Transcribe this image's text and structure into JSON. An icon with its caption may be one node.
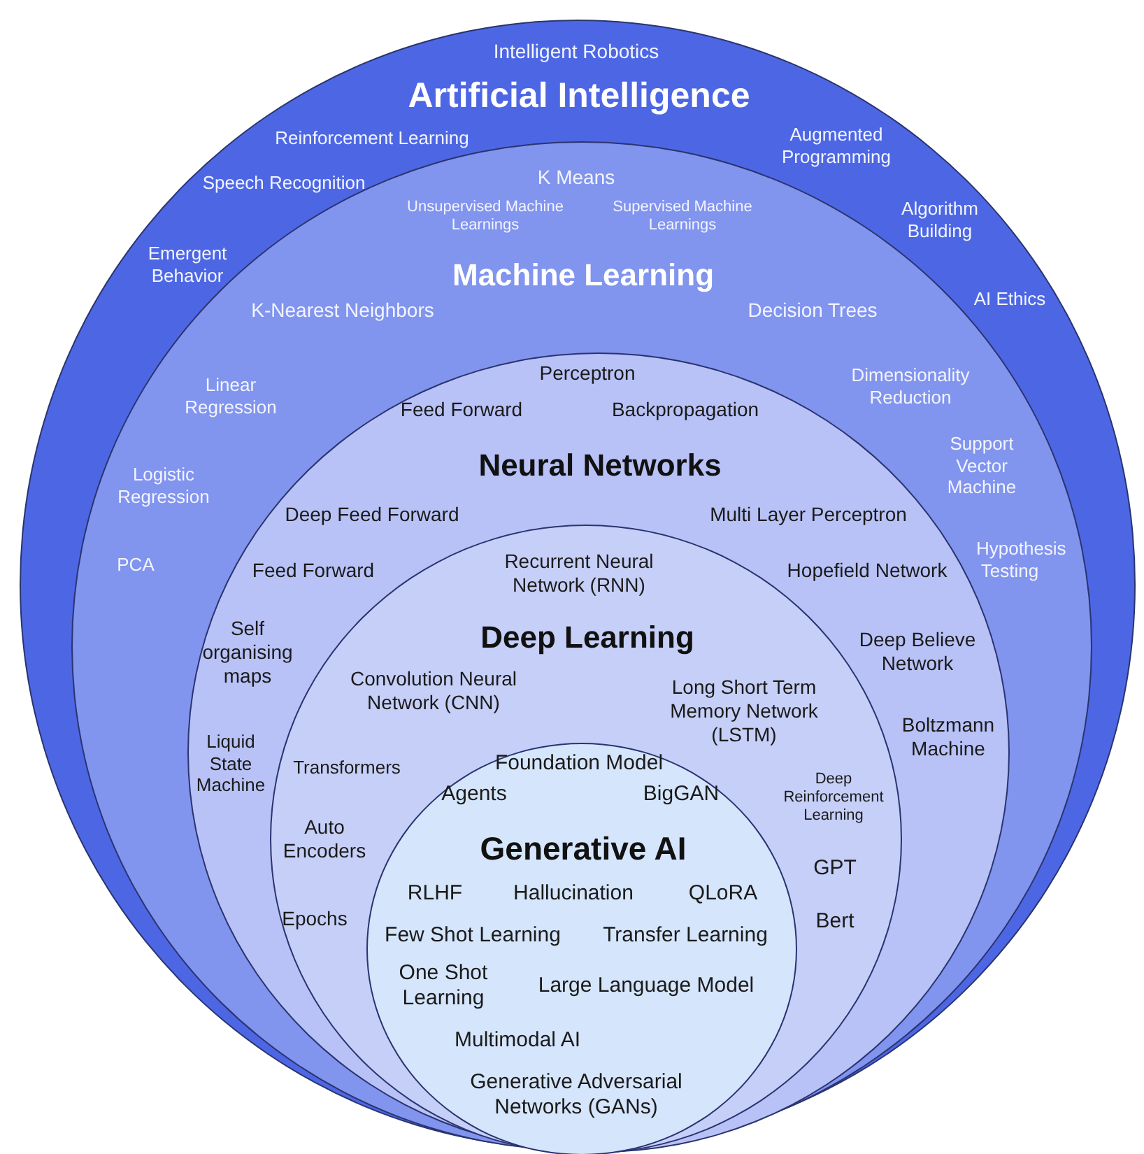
{
  "diagram": {
    "nodes": [
      {
        "text": [
          "Artificial Intelligence"
        ]
      },
      {
        "text": [
          "Machine Learning"
        ],
        "in": 0
      },
      {
        "text": [
          "Neural Networks"
        ],
        "in": 1
      },
      {
        "text": [
          "Deep Learning"
        ],
        "in": 2
      },
      {
        "text": [
          "Generative AI"
        ],
        "in": 3
      }
    ],
    "labels": [
      "Intelligent Robotics",
      "Reinforcement Learning",
      "Augmented Programming",
      "Speech Recognition",
      "K Means",
      "Unsupervised Machine Learnings",
      "Supervised Machine Learnings",
      "Algorithm Building",
      "Emergent Behavior",
      "AI Ethics",
      "K-Nearest Neighbors",
      "Decision Trees",
      "Linear Regression",
      "Perceptron",
      "Dimensionality Reduction",
      "Feed Forward",
      "Backpropagation",
      "Support Vector Machine",
      "Logistic Regression",
      "Deep Feed Forward",
      "Multi Layer Perceptron",
      "Hypothesis Testing",
      "PCA",
      "Feed Forward",
      "Recurrent Neural Network (RNN)",
      "Hopefield Network",
      "Self organising maps",
      "Deep Believe Network",
      "Convolution Neural Network (CNN)",
      "Long Short Term Memory Network (LSTM)",
      "Liquid State Machine",
      "Boltzmann Machine",
      "Transformers",
      "Foundation Model",
      "Deep Reinforcement Learning",
      "Agents",
      "BigGAN",
      "Auto Encoders",
      "RLHF",
      "Hallucination",
      "QLoRA",
      "GPT",
      "Epochs",
      "Bert",
      "Few Shot Learning",
      "Transfer Learning",
      "One Shot Learning",
      "Large Language Model",
      "Multimodal AI",
      "Generative Adversarial Networks (GANs)"
    ]
  }
}
